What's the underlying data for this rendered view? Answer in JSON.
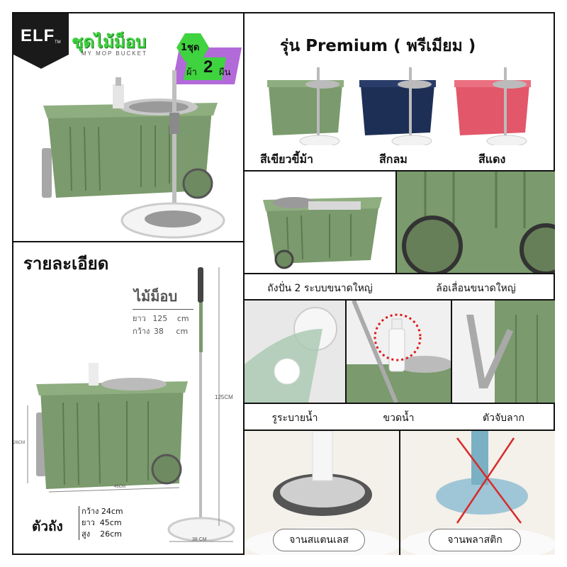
{
  "brand": {
    "logo_text": "ELF",
    "logo_tm": "TM"
  },
  "hero": {
    "title": "ชุดไม้ม็อบ",
    "subtitle": "MY MOP BUCKET",
    "badge_line1": "1ชุด",
    "badge_prefix": "ผ้า",
    "badge_number": "2",
    "badge_suffix": "ผืน"
  },
  "premium": {
    "heading": "รุ่น Premium ( พรีเมียม )",
    "variants": [
      {
        "label": "สีเขียวขี้ม้า",
        "color": "#7b9a6d"
      },
      {
        "label": "สีกลม",
        "color": "#1e2f56"
      },
      {
        "label": "สีแดง",
        "color": "#e2576a"
      }
    ]
  },
  "features_top": {
    "bucket_caption": "ถังปั่น 2 ระบบขนาดใหญ่",
    "wheel_caption": "ล้อเลื่อนขนาดใหญ่"
  },
  "features_mid": {
    "drain_caption": "รูระบายน้ำ",
    "bottle_caption": "ขวดน้ำ",
    "handle_caption": "ตัวจับลาก"
  },
  "features_bottom": {
    "stainless_caption": "จานสแตนเลส",
    "plastic_caption": "จานพลาสติก"
  },
  "details": {
    "heading": "รายละเอียด",
    "mop_title": "ไม้ม็อบ",
    "mop_length_label": "ยาว",
    "mop_length_value": "125",
    "mop_length_unit": "cm",
    "mop_width_label": "กว้าง",
    "mop_width_value": "38",
    "mop_width_unit": "cm",
    "dim_height_mark": "125CM",
    "dim_width_mark": "38 CM",
    "dim_side_mark": "26CM",
    "dim_bottom_mark": "45CM",
    "bucket_title": "ตัวถัง",
    "bucket_width": "กว้าง 24cm",
    "bucket_length": "ยาว  45cm",
    "bucket_height": "สูง    26cm"
  },
  "colors": {
    "bucket_green": "#7b9a6d",
    "badge_green": "#3fd33f",
    "badge_purple": "#b36ad9",
    "dot_red": "#e01818"
  }
}
